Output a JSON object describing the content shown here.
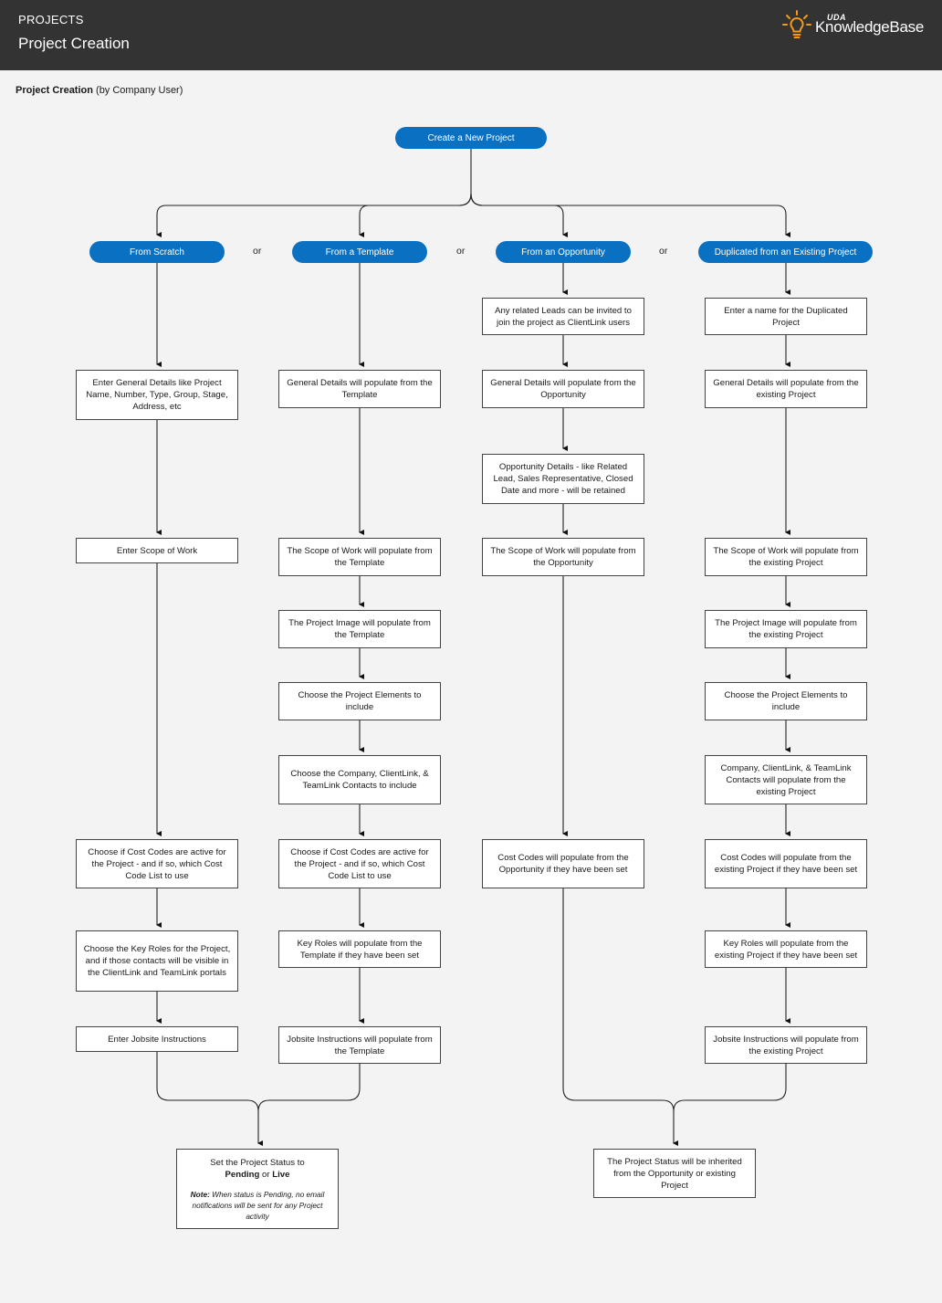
{
  "header": {
    "section": "PROJECTS",
    "title": "Project Creation",
    "logo": {
      "uda": "UDA",
      "kb_strong": "Knowledge",
      "kb_light": "Base",
      "icon": "lightbulb-icon"
    }
  },
  "subtitle": {
    "bold": "Project Creation",
    "rest": " (by Company User)"
  },
  "colors": {
    "accent": "#0a70c2",
    "header_bg": "#333333",
    "page_bg": "#f3f3f3"
  },
  "start": "Create a New Project",
  "or_label": "or",
  "branches": {
    "scratch": {
      "label": "From Scratch",
      "steps": [
        "Enter General Details like Project Name, Number, Type, Group, Stage, Address, etc",
        "Enter Scope of Work",
        "Choose if Cost Codes are active for the Project - and if so, which Cost Code List to use",
        "Choose the Key Roles for the Project, and if those contacts will be visible in the ClientLink and TeamLink portals",
        "Enter Jobsite Instructions"
      ]
    },
    "template": {
      "label": "From a Template",
      "steps": [
        "General Details will populate from the Template",
        "The Scope of Work will populate from the Template",
        "The Project Image will populate from the Template",
        "Choose the Project Elements to include",
        "Choose the Company, ClientLink, & TeamLink Contacts to include",
        "Choose if Cost Codes are active for the Project - and if so, which Cost Code List to use",
        "Key Roles will populate from the Template if they have been set",
        "Jobsite Instructions will populate from the Template"
      ]
    },
    "opportunity": {
      "label": "From an Opportunity",
      "steps": [
        "Any related Leads can be invited to join the project as ClientLink users",
        "General Details will populate from the Opportunity",
        "Opportunity Details - like Related Lead, Sales Representative, Closed Date and more - will be retained",
        "The Scope of Work will populate from the Opportunity",
        "Cost Codes will populate from the Opportunity if they have been set"
      ]
    },
    "duplicate": {
      "label": "Duplicated from an Existing Project",
      "steps": [
        "Enter a name for the Duplicated Project",
        "General Details will populate from the existing Project",
        "The Scope of Work will populate from the existing Project",
        "The Project Image will populate from the existing Project",
        "Choose the Project Elements to include",
        "Company, ClientLink, & TeamLink Contacts will populate from the existing Project",
        "Cost Codes will populate from the existing Project if they have been set",
        "Key Roles will populate from the existing Project if they have been set",
        "Jobsite Instructions will populate from the existing Project"
      ]
    }
  },
  "final_left": {
    "line1": "Set the Project Status to",
    "pending": "Pending",
    "or": " or ",
    "live": "Live",
    "note_label": "Note:",
    "note_text": " When status is Pending, no email notifications will be sent for any Project activity"
  },
  "final_right": "The Project Status will be inherited from the Opportunity or existing Project"
}
